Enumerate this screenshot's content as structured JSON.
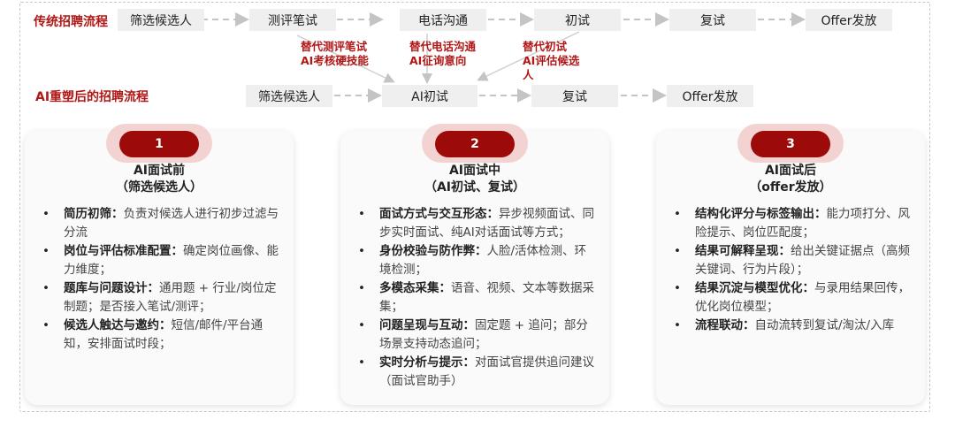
{
  "traditional": {
    "label": "传统招聘流程",
    "steps": [
      "筛选候选人",
      "测评笔试",
      "电话沟通",
      "初试",
      "复试",
      "Offer发放"
    ]
  },
  "ai": {
    "label": "AI重塑后的招聘流程",
    "steps": [
      "筛选候选人",
      "AI初试",
      "复试",
      "Offer发放"
    ]
  },
  "notes": [
    {
      "line1": "替代测评笔试",
      "line2": "AI考核硬技能"
    },
    {
      "line1": "替代电话沟通",
      "line2": "AI征询意向"
    },
    {
      "line1": "替代初试",
      "line2": "AI评估候选人"
    }
  ],
  "cards": [
    {
      "num": "1",
      "title": "AI面试前",
      "subtitle": "（筛选候选人）",
      "items": [
        {
          "k": "简历初筛：",
          "v": "负责对候选人进行初步过滤与分流"
        },
        {
          "k": "岗位与评估标准配置：",
          "v": "确定岗位画像、能力维度；"
        },
        {
          "k": "题库与问题设计：",
          "v": "通用题 + 行业/岗位定制题；是否接入笔试/测评；"
        },
        {
          "k": "候选人触达与邀约：",
          "v": "短信/邮件/平台通知，安排面试时段；"
        }
      ]
    },
    {
      "num": "2",
      "title": "AI面试中",
      "subtitle": "（AI初试、复试）",
      "items": [
        {
          "k": "面试方式与交互形态：",
          "v": "异步视频面试、同步实时面试、纯AI对话面试等方式；"
        },
        {
          "k": "身份校验与防作弊：",
          "v": "人脸/活体检测、环境检测；"
        },
        {
          "k": "多模态采集：",
          "v": "语音、视频、文本等数据采集；"
        },
        {
          "k": "问题呈现与互动：",
          "v": "固定题 + 追问；部分场景支持动态追问；"
        },
        {
          "k": "实时分析与提示：",
          "v": "对面试官提供追问建议（面试官助手）"
        }
      ]
    },
    {
      "num": "3",
      "title": "AI面试后",
      "subtitle": "（offer发放）",
      "items": [
        {
          "k": "结构化评分与标签输出：",
          "v": "能力项打分、风险提示、岗位匹配度；"
        },
        {
          "k": "结果可解释呈现：",
          "v": "给出关键证据点（高频关键词、行为片段）；"
        },
        {
          "k": "结果沉淀与模型优化：",
          "v": "与录用结果回传，优化岗位模型；"
        },
        {
          "k": "流程联动：",
          "v": "自动流转到复试/淘汰/入库"
        }
      ]
    }
  ],
  "colors": {
    "accent": "#9c0a0a",
    "label": "#b01818"
  }
}
